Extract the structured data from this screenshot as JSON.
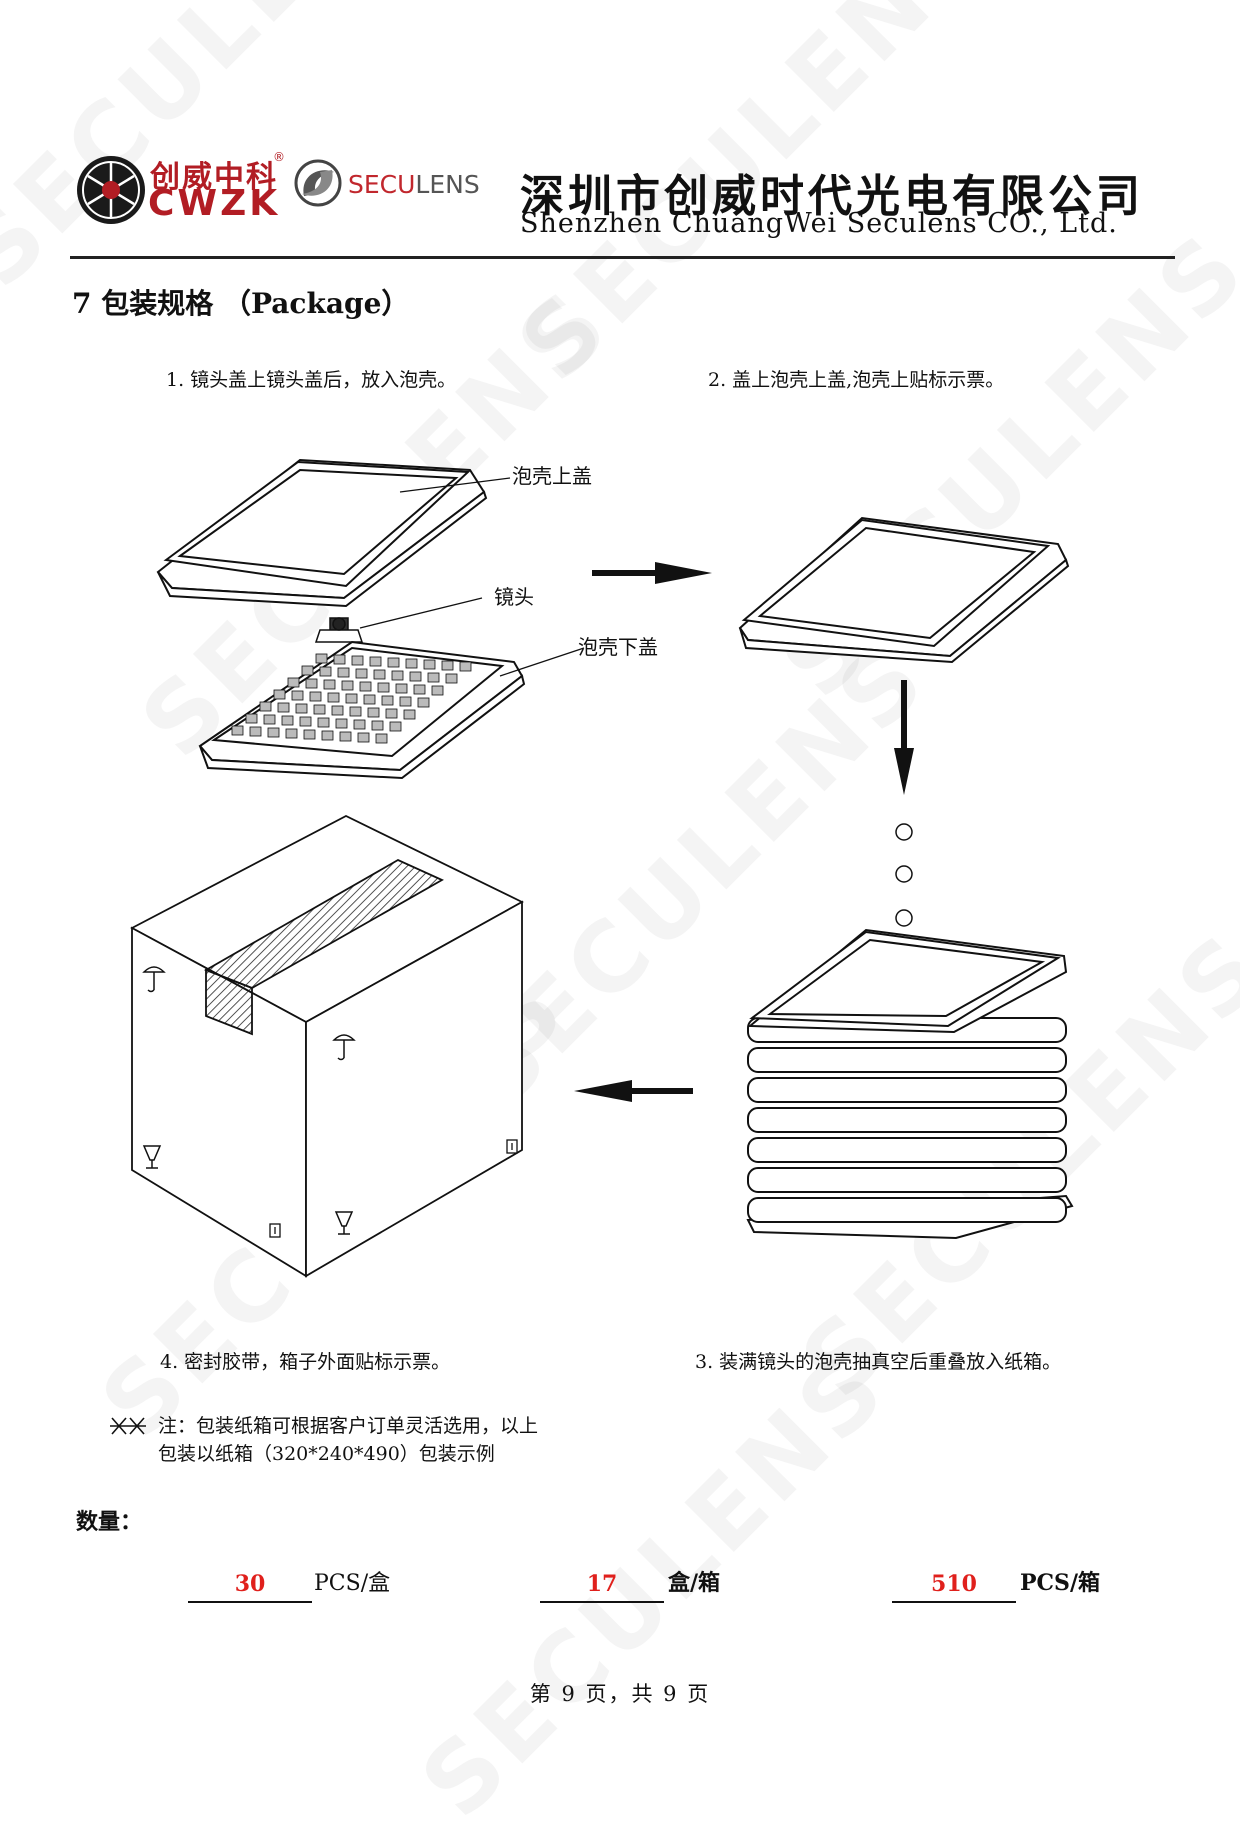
{
  "header": {
    "brand_cn": "创威中科",
    "brand_en": "CWZK",
    "registered": "®",
    "seculens_a": "SECU",
    "seculens_b": "LENS",
    "company_cn": "深圳市创威时代光电有限公司",
    "company_en": "Shenzhen ChuangWei Seculens CO., Ltd."
  },
  "watermark": "SECULENS",
  "section": {
    "title": "7 包装规格 （Package）"
  },
  "steps": {
    "s1": "1. 镜头盖上镜头盖后，放入泡壳。",
    "s2": "2. 盖上泡壳上盖,泡壳上贴标示票。",
    "s3": "3. 装满镜头的泡壳抽真空后重叠放入纸箱。",
    "s4": "4. 密封胶带，箱子外面贴标示票。"
  },
  "callouts": {
    "top_cover": "泡壳上盖",
    "lens": "镜头",
    "bottom_tray": "泡壳下盖"
  },
  "note": {
    "line1": "注：包装纸箱可根据客户订单灵活选用，以上",
    "line2": "包装以纸箱（320*240*490）包装示例"
  },
  "quantity": {
    "label": "数量：",
    "items": [
      {
        "value": "30",
        "unit": "PCS/盒"
      },
      {
        "value": "17",
        "unit": "盒/箱"
      },
      {
        "value": "510",
        "unit": "PCS/箱"
      }
    ]
  },
  "footer": {
    "page": "第 9 页，共 9 页"
  },
  "colors": {
    "brand_red": "#b21d24",
    "quantity_red": "#e0201c"
  }
}
